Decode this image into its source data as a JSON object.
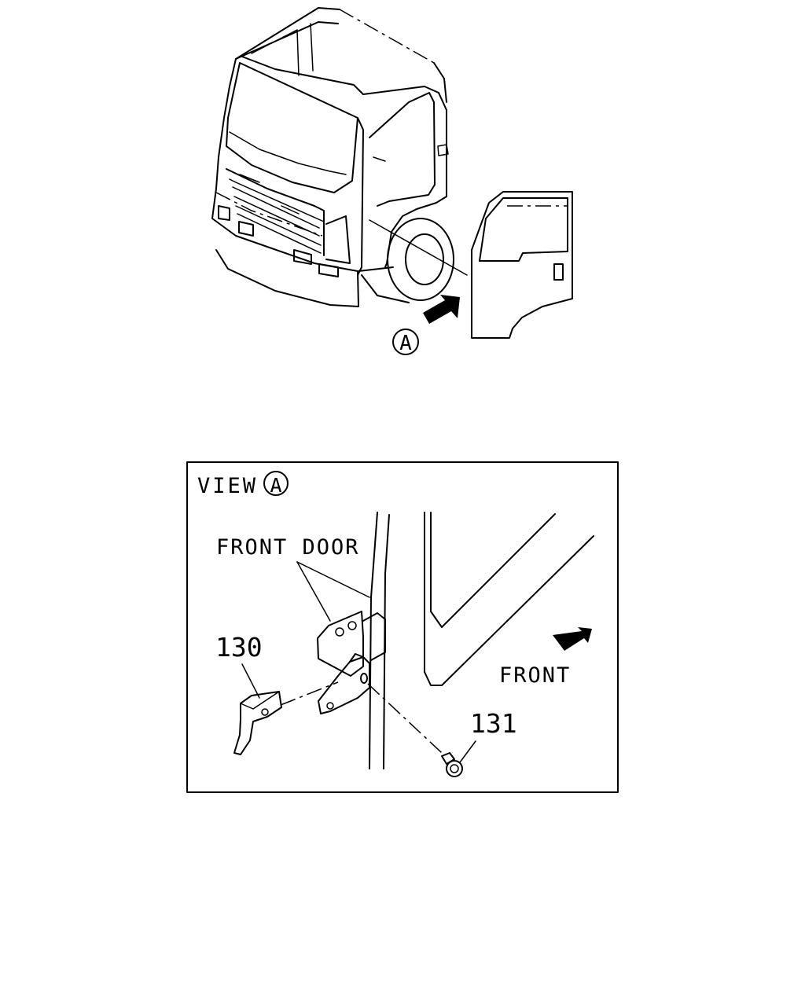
{
  "callout_a": {
    "letter": "A"
  },
  "view_box": {
    "title": "VIEW",
    "letter": "A",
    "front_door": "FRONT DOOR",
    "front": "FRONT",
    "parts": [
      {
        "id": "part-130",
        "number": "130"
      },
      {
        "id": "part-131",
        "number": "131"
      }
    ]
  }
}
